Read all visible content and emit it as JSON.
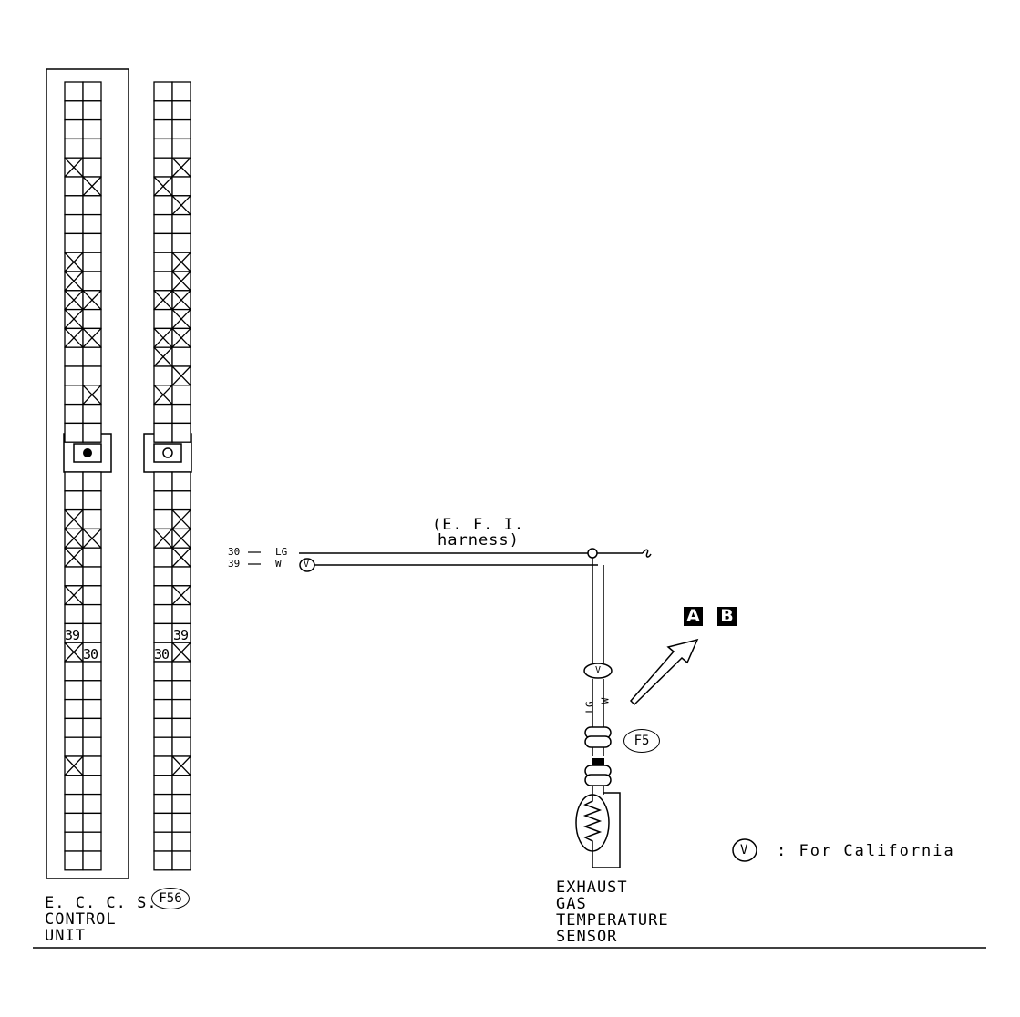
{
  "connectors": {
    "eccs_left_label_lines": [
      "E. C. C. S.",
      "CONTROL",
      "UNIT"
    ],
    "fs56_tag": "F56",
    "pin_39": "39",
    "pin_30": "30"
  },
  "harness": {
    "label_line1": "(E. F. I.",
    "label_line2": "harness)",
    "wire_30_num": "30",
    "wire_30_color": "LG",
    "wire_39_num": "39",
    "wire_39_color": "W",
    "california_mark": "V"
  },
  "sensor": {
    "vertical_wire_colors": [
      "LG",
      "W"
    ],
    "connector_tag": "F5",
    "name_lines": [
      "EXHAUST",
      "GAS",
      "TEMPERATURE",
      "SENSOR"
    ]
  },
  "references": {
    "badge_a": "A",
    "badge_b": "B"
  },
  "legend": {
    "symbol": "V",
    "text": ": For California"
  }
}
